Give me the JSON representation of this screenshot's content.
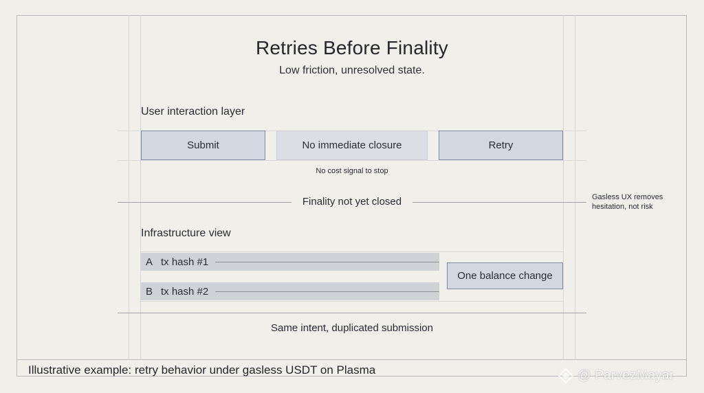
{
  "title": "Retries Before Finality",
  "subtitle": "Low friction, unresolved state.",
  "user_layer": {
    "label": "User interaction layer",
    "boxes": [
      "Submit",
      "No immediate closure",
      "Retry"
    ],
    "note": "No cost signal to stop"
  },
  "finality": {
    "label": "Finality not yet closed",
    "side_note_line1": "Gasless UX removes",
    "side_note_line2": "hesitation, not risk"
  },
  "infrastructure": {
    "label": "Infrastructure view",
    "rows": [
      {
        "letter": "A",
        "text": "tx hash #1"
      },
      {
        "letter": "B",
        "text": "tx hash #2"
      }
    ],
    "result": "One balance change"
  },
  "caption": "Same intent, duplicated submission",
  "footer": "Illustrative example:  retry behavior under gasless USDT on Plasma",
  "watermark": "@ ParvezMayar",
  "colors": {
    "background": "#f0efea",
    "box_blue": "#d2d7e2",
    "box_blue_border": "#7f8aa4",
    "box_gray": "#dcdee3",
    "tx_row": "#cfd2d7"
  }
}
